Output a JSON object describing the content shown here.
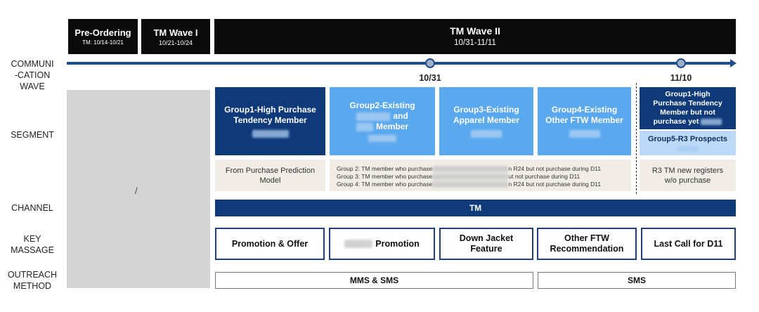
{
  "row_labels": {
    "communication_wave": "COMMUNI\n-CATION\nWAVE",
    "segment": "SEGMENT",
    "channel": "CHANNEL",
    "key_message": "KEY\nMASSAGE",
    "outreach_method": "OUTREACH\nMETHOD"
  },
  "phases": [
    {
      "title": "Pre-Ordering",
      "dates": "TM: 10/14-10/21"
    },
    {
      "title": "TM Wave I",
      "dates": "10/21-10/24"
    },
    {
      "title": "TM Wave II",
      "dates": "10/31-11/11"
    }
  ],
  "milestones": [
    "10/31",
    "11/10"
  ],
  "gray_placeholder": "/",
  "segments": [
    {
      "line1": "Group1-High Purchase",
      "line2": "Tendency Member"
    },
    {
      "line1": "Group2-Existing",
      "line2": "and",
      "line3": "Member"
    },
    {
      "line1": "Group3-Existing",
      "line2": "Apparel Member"
    },
    {
      "line1": "Group4-Existing",
      "line2": "Other FTW Member"
    },
    {
      "line1": "Group1-High",
      "line2": "Purchase Tendency",
      "line3": "Member but not",
      "line4": "purchase yet"
    },
    {
      "line1": "Group5-R3 Prospects"
    }
  ],
  "descriptions": {
    "model": {
      "line1": "From Purchase Prediction",
      "line2": "Model"
    },
    "groups": [
      {
        "prefix": "Group 2: TM member who purchase",
        "suffix": "n R24 but not purchase during D11"
      },
      {
        "prefix": "Group 3: TM member who purchase",
        "suffix": "ut not purchase during D11"
      },
      {
        "prefix": "Group 4: TM member who purchase",
        "suffix": "n R24 but not purchase during D11"
      }
    ],
    "r3": {
      "line1": "R3 TM new registers",
      "line2": "w/o purchase"
    }
  },
  "channel": "TM",
  "key_messages": [
    {
      "line1": "Promotion & Offer"
    },
    {
      "line1": "Promotion"
    },
    {
      "line1": "Down Jacket",
      "line2": "Feature"
    },
    {
      "line1": "Other FTW",
      "line2": "Recommendation"
    },
    {
      "line1": "Last Call for D11"
    }
  ],
  "outreach": [
    "MMS & SMS",
    "SMS"
  ],
  "colors": {
    "dark_blue": "#0f3a7a",
    "light_blue": "#5aa8ee",
    "lighter_blue": "#bcd9f7",
    "timeline": "#1f4e8c",
    "black": "#0b0b0b",
    "gray": "#d4d4d4",
    "desc_bg": "#f1ede6"
  }
}
